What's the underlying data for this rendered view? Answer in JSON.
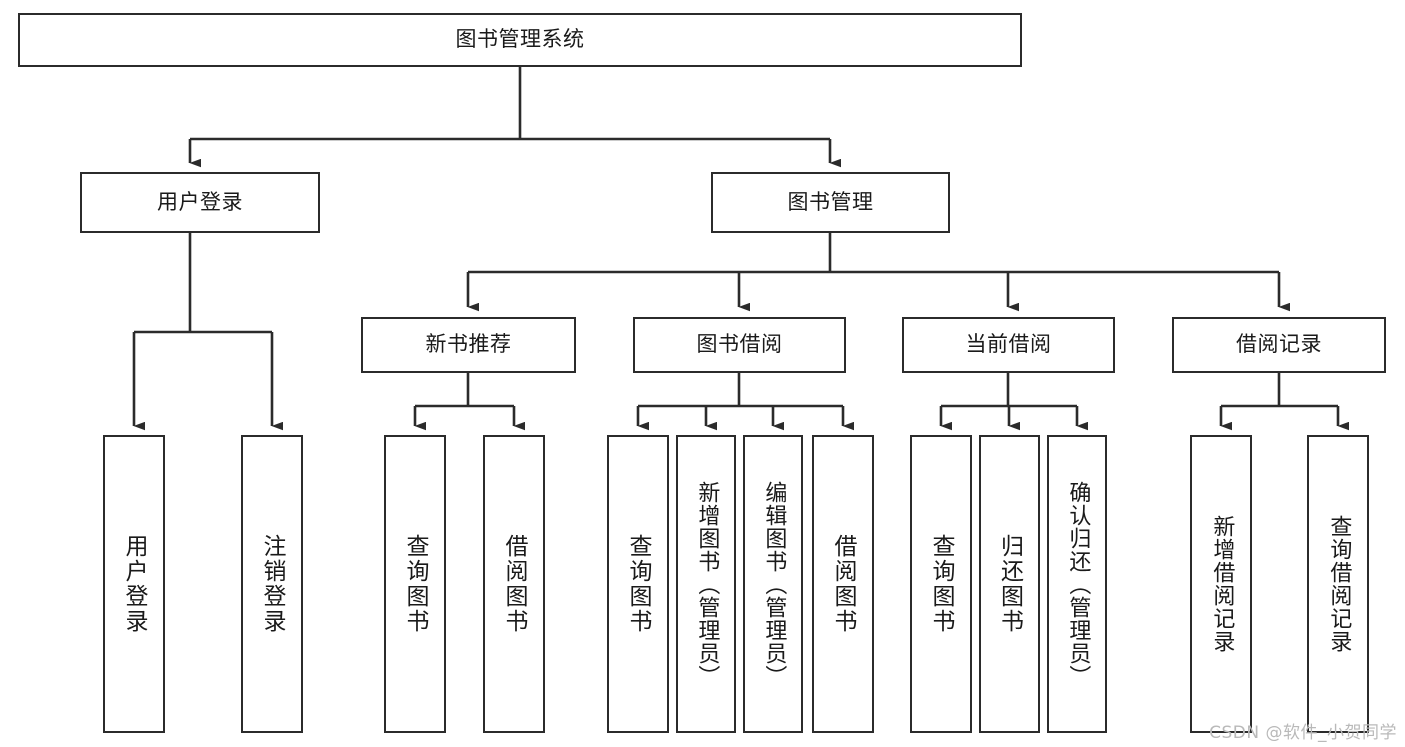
{
  "diagram": {
    "title": "图书管理系统",
    "type": "tree-hierarchy-chart",
    "watermark": "CSDN @软件_小贺同学",
    "colors": {
      "stroke": "#2b2b2b",
      "fill": "#ffffff",
      "text": "#1a1a1a",
      "watermark": "#b9b9b9"
    }
  },
  "nodes": {
    "root": {
      "label": "图书管理系统"
    },
    "level2": [
      {
        "id": "user-login",
        "label": "用户登录"
      },
      {
        "id": "book-manage",
        "label": "图书管理"
      }
    ],
    "level3": [
      {
        "id": "new-book-rec",
        "label": "新书推荐"
      },
      {
        "id": "book-borrow",
        "label": "图书借阅"
      },
      {
        "id": "current-borrow",
        "label": "当前借阅"
      },
      {
        "id": "borrow-record",
        "label": "借阅记录"
      }
    ],
    "leaves": {
      "user_login": [
        {
          "id": "leaf-user-login",
          "label": "用户登录"
        },
        {
          "id": "leaf-logout",
          "label": "注销登录"
        }
      ],
      "new_book_rec": [
        {
          "id": "leaf-query-book-1",
          "label": "查询图书"
        },
        {
          "id": "leaf-borrow-book-1",
          "label": "借阅图书"
        }
      ],
      "book_borrow": [
        {
          "id": "leaf-query-book-2",
          "label": "查询图书"
        },
        {
          "id": "leaf-add-book",
          "label": "新增图书（管理员）"
        },
        {
          "id": "leaf-edit-book",
          "label": "编辑图书（管理员）"
        },
        {
          "id": "leaf-borrow-book-2",
          "label": "借阅图书"
        }
      ],
      "current_borrow": [
        {
          "id": "leaf-query-book-3",
          "label": "查询图书"
        },
        {
          "id": "leaf-return-book",
          "label": "归还图书"
        },
        {
          "id": "leaf-confirm-return",
          "label": "确认归还（管理员）"
        }
      ],
      "borrow_record": [
        {
          "id": "leaf-add-record",
          "label": "新增借阅记录"
        },
        {
          "id": "leaf-query-record",
          "label": "查询借阅记录"
        }
      ]
    }
  }
}
